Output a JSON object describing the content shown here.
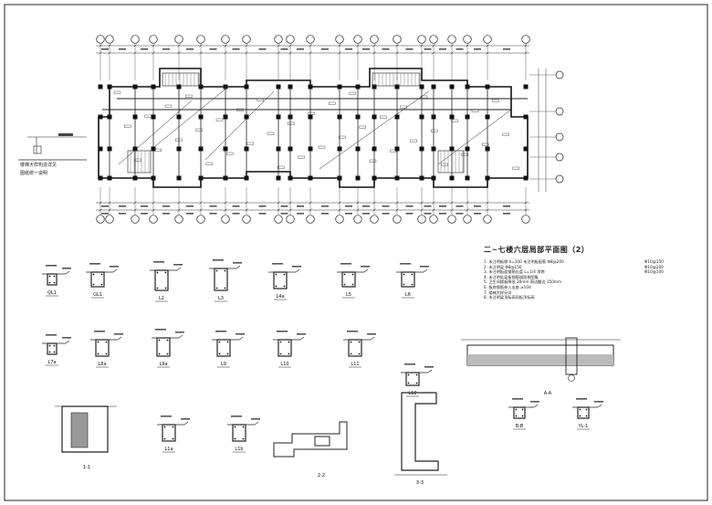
{
  "plan_title": "二~七楼六层局部平面图（2）",
  "notes": [
    "1. 未注明板厚 h=100 未注明板配筋 Φ8@200",
    "2. 未注明梁 Φ8@150",
    "3. 未注明板面钢筋长度 L=1/4 净跨",
    "4. 未注明处梁板钢筋锚固按图集",
    "5. 卫生间楼板降低 20mm 周边翻边 150mm",
    "6. 板底钢筋伸入支座 ≥10d",
    "7. 楼梯大样另详",
    "8. 未注明梁顶标高同板顶标高"
  ],
  "legend": [
    "Φ10@150",
    "Φ10@200",
    "Φ10@100"
  ],
  "side_note": [
    "楼梯大样构造详见",
    "图纸统一说明"
  ],
  "sections": [
    "QL1",
    "GL1",
    "L2",
    "L3",
    "L4a",
    "L5",
    "L6",
    "L7a",
    "L8a",
    "L9a",
    "L9",
    "L10",
    "L11",
    "L12",
    "1-1",
    "L1a",
    "L1b",
    "2-2",
    "3-3",
    "A-A",
    "B-B",
    "YL-1"
  ]
}
